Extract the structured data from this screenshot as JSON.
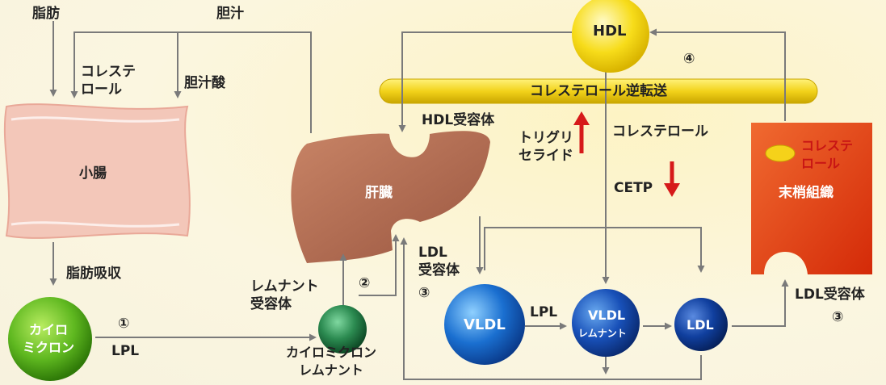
{
  "labels": {
    "fat": "脂肪",
    "bile": "胆汁",
    "cholesterol_left": "コレステ\nロール",
    "bile_acid": "胆汁酸",
    "small_intestine": "小腸",
    "fat_absorption": "脂肪吸収",
    "chylomicron": "カイロ\nミクロン",
    "step1": "①",
    "lpl1": "LPL",
    "chylo_remnant": "カイロミクロン\nレムナント",
    "remnant_receptor": "レムナント\n受容体",
    "step2": "②",
    "liver": "肝臓",
    "hdl_receptor": "HDL受容体",
    "ldl_receptor_left": "LDL\n受容体",
    "step3_left": "③",
    "hdl": "HDL",
    "step4": "④",
    "reverse_transport": "コレステロール逆転送",
    "triglyceride": "トリグリ\nセライド",
    "cholesterol_mid": "コレステロール",
    "cetp": "CETP",
    "peripheral_cholesterol": "コレステ\nロール",
    "peripheral_tissue": "末梢組織",
    "vldl": "VLDL",
    "lpl2": "LPL",
    "vldl_remnant_top": "VLDL",
    "vldl_remnant_bottom": "レムナント",
    "ldl": "LDL",
    "ldl_receptor_right": "LDL受容体",
    "step3_right": "③"
  },
  "colors": {
    "arrow": "#7a7a7a",
    "liver": "#b06a4e",
    "intestine": "#f3c7b9",
    "band": "#f2d21a",
    "peripheral": "#e83a12",
    "hdl": "#f7dc1a",
    "chylomicron": "#5fb820",
    "vldl": "#1a6fd0",
    "ldl": "#103f9e",
    "red_arrow": "#d61a1a"
  }
}
